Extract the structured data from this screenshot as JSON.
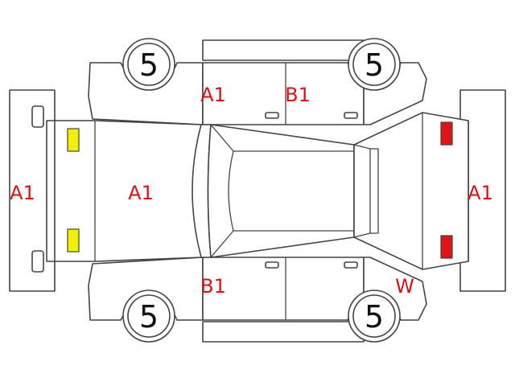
{
  "colors": {
    "outline": "#444444",
    "damage_code": "#dd1111",
    "tread_text": "#111111",
    "front_light": "#f2f200",
    "rear_light": "#e01414",
    "light_border": "#444444"
  },
  "panels": {
    "front_bumper": "A1",
    "hood": "A1",
    "rear_bumper": "A1",
    "upper_front_door": "A1",
    "upper_rear_door": "B1",
    "lower_front_door": "B1",
    "lower_rear_fender": "W"
  },
  "tires": {
    "front_left": "5",
    "rear_left": "5",
    "front_right": "5",
    "rear_right": "5"
  }
}
